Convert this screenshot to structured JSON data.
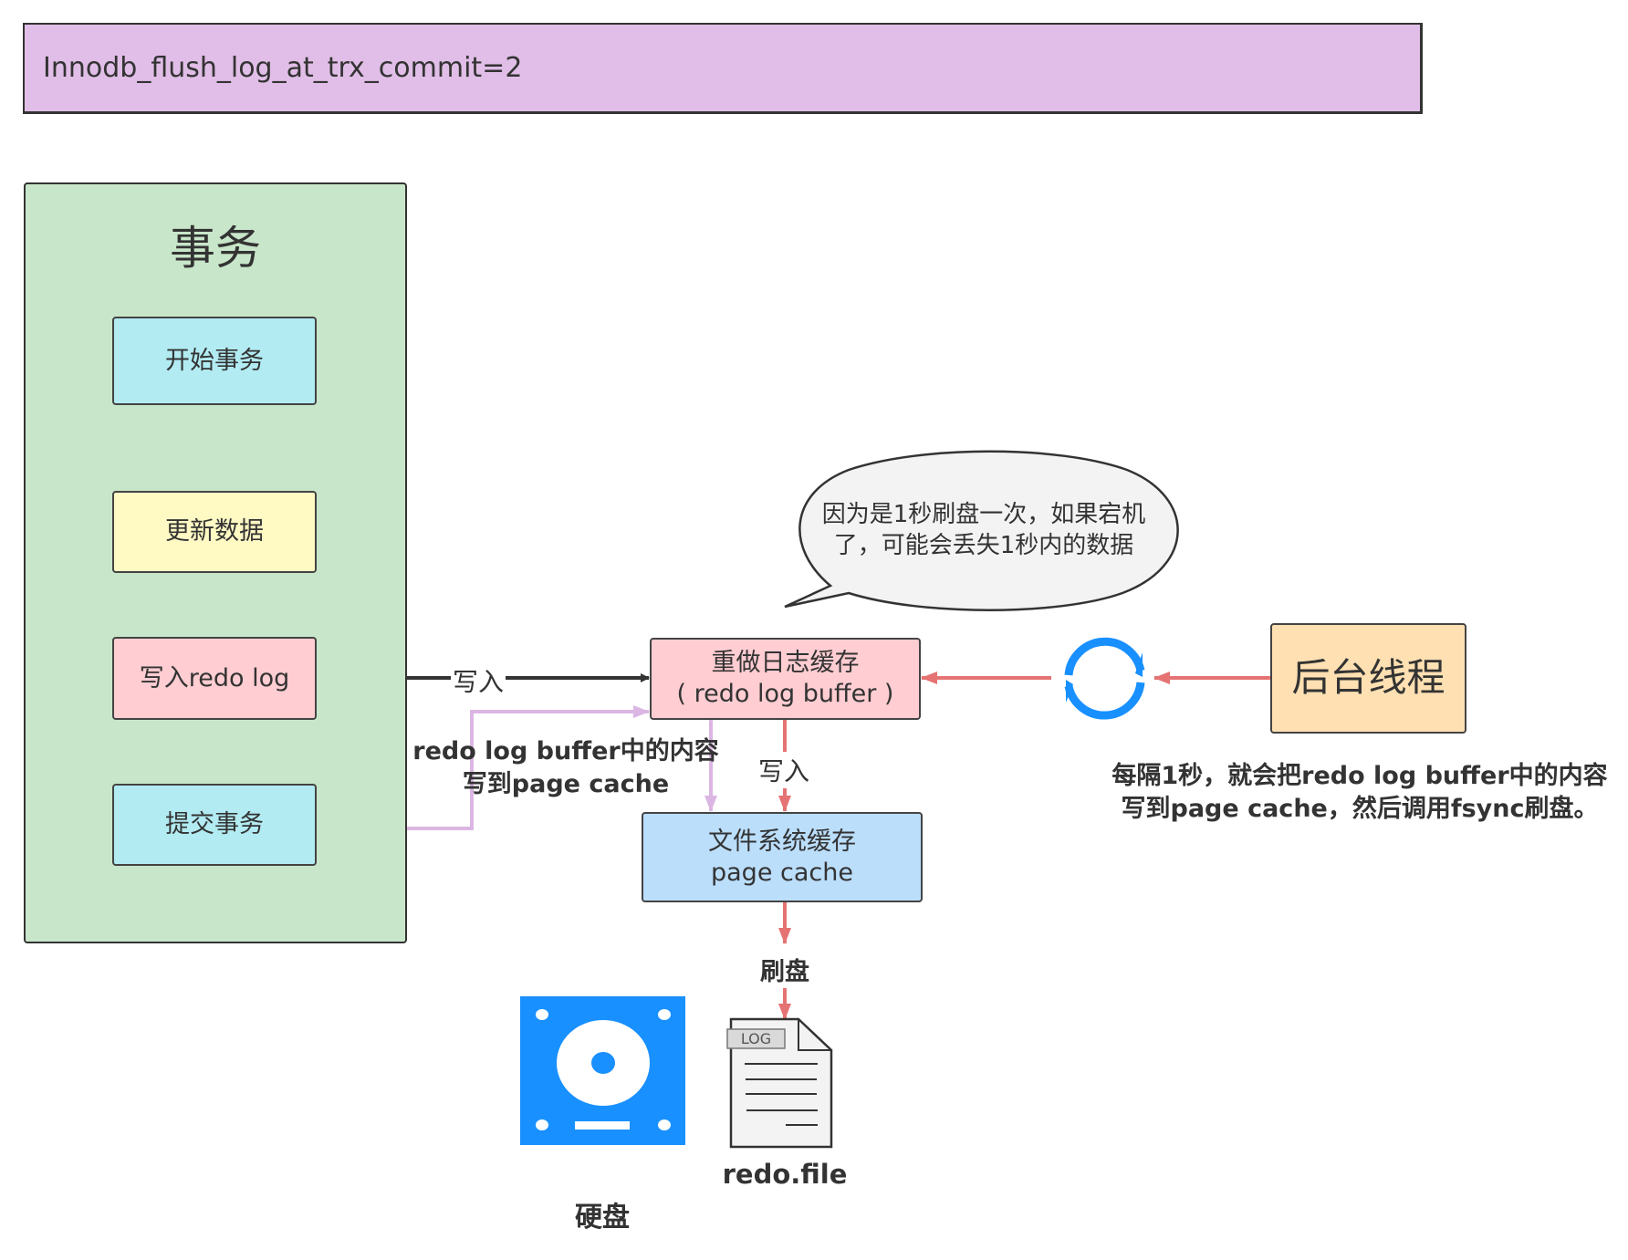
{
  "header": {
    "title": "Innodb_flush_log_at_trx_commit=2"
  },
  "transaction_panel": {
    "title": "事务",
    "steps": [
      {
        "label": "开始事务"
      },
      {
        "label": "更新数据"
      },
      {
        "label": "写入redo log"
      },
      {
        "label": "提交事务"
      }
    ]
  },
  "redo_log_buffer": {
    "line1": "重做日志缓存",
    "line2": "( redo log buffer )"
  },
  "page_cache": {
    "line1": "文件系统缓存",
    "line2": "page cache"
  },
  "background_thread": {
    "label": "后台线程"
  },
  "edge_labels": {
    "write_to_buffer": "写入",
    "buffer_to_cache": "写入",
    "flush": "刷盘"
  },
  "commit_note": {
    "line1": "redo log buffer中的内容",
    "line2": "写到page cache"
  },
  "thread_note": {
    "line1": "每隔1秒，就会把redo log buffer中的内容",
    "line2": "写到page cache，然后调用fsync刷盘。"
  },
  "speech_bubble": {
    "line1": "因为是1秒刷盘一次，如果宕机",
    "line2": "了，可能会丢失1秒内的数据"
  },
  "disk": {
    "label": "硬盘",
    "icon": "hard-disk-icon"
  },
  "log_file": {
    "tag": "LOG",
    "label": "redo.file",
    "icon": "log-file-icon"
  },
  "sync_icon": {
    "icon": "sync-icon"
  },
  "colors": {
    "header_bg": "#e1bee7",
    "panel_bg": "#c8e6c9",
    "cyan_box": "#b2ebf2",
    "yellow_box": "#fff9c4",
    "pink_box": "#ffcdd2",
    "blue_box": "#bbdefb",
    "orange_box": "#ffe0b2",
    "red_arrow": "#e57373",
    "purple_arrow": "#dbb6e3",
    "icon_blue": "#1890ff"
  }
}
